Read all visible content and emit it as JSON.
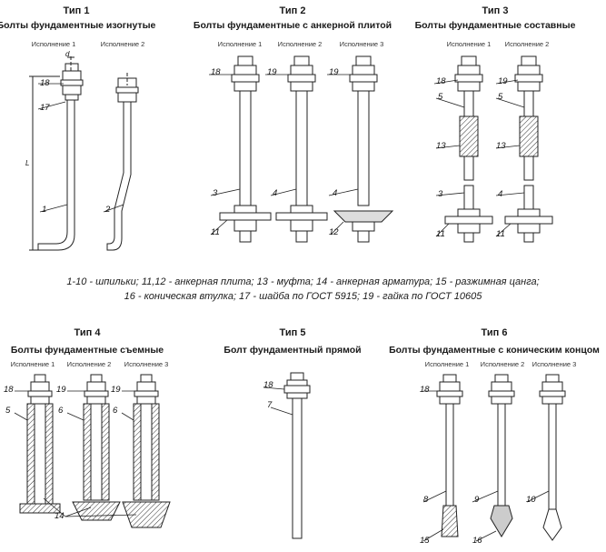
{
  "panels": [
    {
      "type": "Тип 1",
      "title": "Болты фундаментные изогнутые",
      "variants": [
        "Исполнение 1",
        "Исполнение 2"
      ]
    },
    {
      "type": "Тип 2",
      "title": "Болты фундаментные с анкерной плитой",
      "variants": [
        "Исполнение 1",
        "Исполнение 2",
        "Исполнение 3"
      ]
    },
    {
      "type": "Тип 3",
      "title": "Болты фундаментные составные",
      "variants": [
        "Исполнение 1",
        "Исполнение 2"
      ]
    },
    {
      "type": "Тип 4",
      "title": "Болты фундаментные съемные",
      "variants": [
        "Исполнение 1",
        "Исполнение 2",
        "Исполнение 3"
      ]
    },
    {
      "type": "Тип 5",
      "title": "Болт фундаментный прямой",
      "variants": []
    },
    {
      "type": "Тип 6",
      "title": "Болты фундаментные с коническим концом",
      "variants": [
        "Исполнение 1",
        "Исполнение 2",
        "Исполнение 3"
      ]
    }
  ],
  "legend": {
    "line1": "1-10 - шпильки; 11,12 - анкерная плита; 13 - муфта; 14 - анкерная арматура; 15 - разжимная цанга;",
    "line2": "16 - коническая втулка; 17 - шайба по ГОСТ 5915; 19 - гайка по ГОСТ 10605"
  },
  "dims": {
    "d": "d",
    "L": "L"
  },
  "callouts": {
    "n1": "1",
    "n2": "2",
    "n3": "3",
    "n4": "4",
    "n5": "5",
    "n6": "6",
    "n7": "7",
    "n8": "8",
    "n9": "9",
    "n10": "10",
    "n11": "11",
    "n12": "12",
    "n13": "13",
    "n14": "14",
    "n15": "15",
    "n16": "16",
    "n17": "17",
    "n18": "18",
    "n19": "19"
  }
}
